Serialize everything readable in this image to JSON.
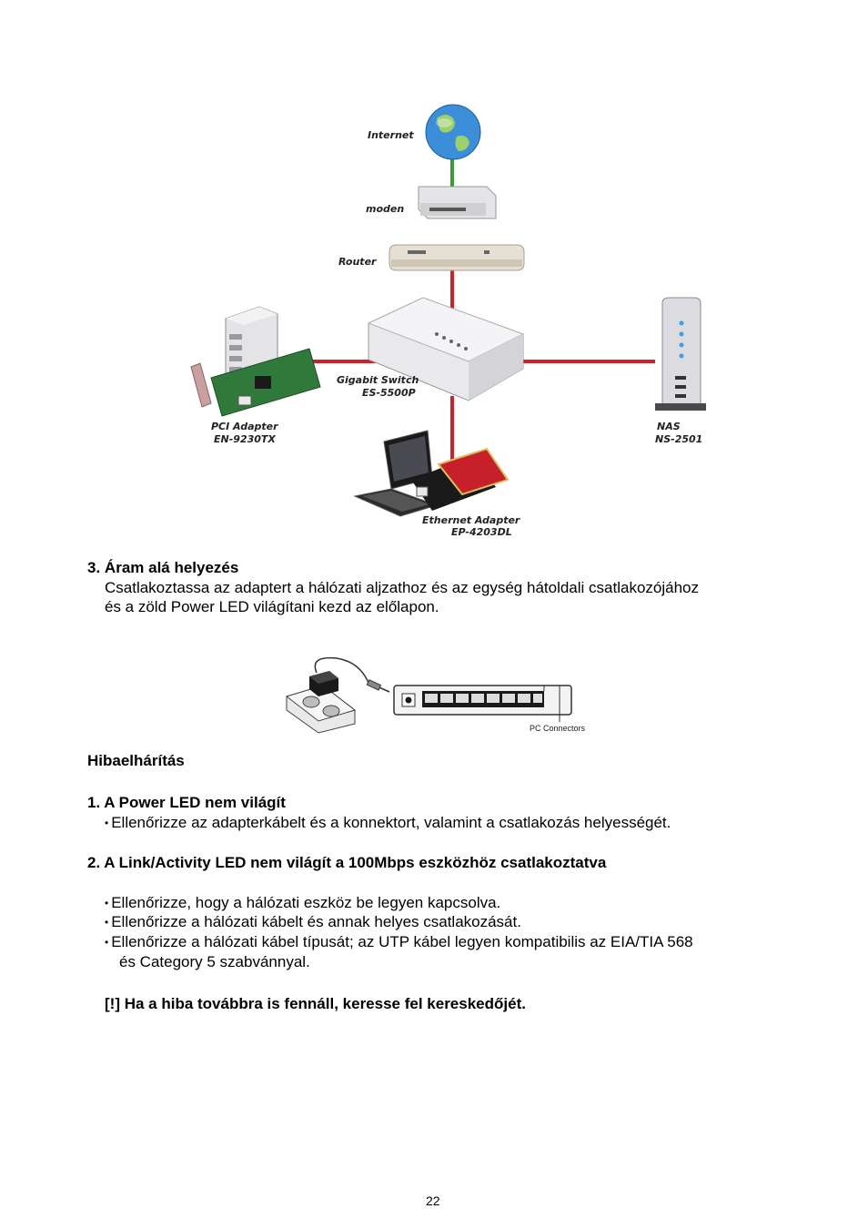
{
  "diagram": {
    "labels": {
      "internet": "Internet",
      "modem": "moden",
      "router": "Router",
      "switch_line1": "Gigabit Switch",
      "switch_line2": "ES-5500P",
      "pci_line1": "PCI Adapter",
      "pci_line2": "EN-9230TX",
      "nas_line1": "NAS",
      "nas_line2": "NS-2501",
      "eth_line1": "Ethernet Adapter",
      "eth_line2": "EP-4203DL"
    },
    "colors": {
      "cable_red": "#d0202a",
      "cable_green": "#3a9a3a"
    }
  },
  "power": {
    "heading_number": "3.",
    "heading": "Áram alá helyezés",
    "line1": "Csatlakoztassa az adaptert a hálózati aljzathoz és az egység hátoldali csatlakozójához",
    "line2": "és a zöld Power LED világítani kezd az előlapon.",
    "connector_label": "PC Connectors"
  },
  "troubleshooting": {
    "title": "Hibaelhárítás",
    "item1_number": "1.",
    "item1_title": "A Power LED nem világít",
    "item1_bullet": "Ellenőrizze az adapterkábelt és a konnektort, valamint a csatlakozás helyességét.",
    "item2_number": "2.",
    "item2_title": "A Link/Activity LED nem világít a 100Mbps eszközhöz csatlakoztatva",
    "item2_bullets": [
      "Ellenőrizze, hogy a hálózati eszköz be legyen kapcsolva.",
      "Ellenőrizze a hálózati kábelt és annak helyes csatlakozását.",
      "Ellenőrizze a hálózati kábel típusát; az UTP kábel legyen kompatibilis az EIA/TIA 568"
    ],
    "item2_bullet3_cont": "és Category 5 szabvánnyal.",
    "note": "[!] Ha a hiba továbbra is fennáll, keresse fel kereskedőjét."
  },
  "page_number": "22"
}
